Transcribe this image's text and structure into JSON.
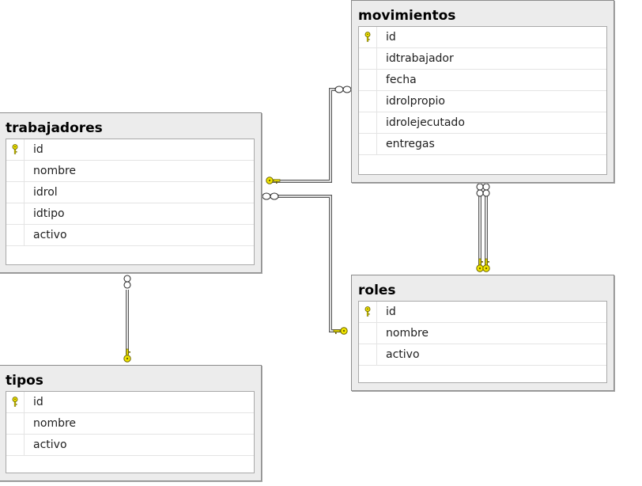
{
  "diagram": {
    "tables": [
      {
        "id": "movimientos",
        "title": "movimientos",
        "columns": [
          {
            "name": "id",
            "primary_key": true
          },
          {
            "name": "idtrabajador",
            "primary_key": false
          },
          {
            "name": "fecha",
            "primary_key": false
          },
          {
            "name": "idrolpropio",
            "primary_key": false
          },
          {
            "name": "idrolejecutado",
            "primary_key": false
          },
          {
            "name": "entregas",
            "primary_key": false
          }
        ]
      },
      {
        "id": "trabajadores",
        "title": "trabajadores",
        "columns": [
          {
            "name": "id",
            "primary_key": true
          },
          {
            "name": "nombre",
            "primary_key": false
          },
          {
            "name": "idrol",
            "primary_key": false
          },
          {
            "name": "idtipo",
            "primary_key": false
          },
          {
            "name": "activo",
            "primary_key": false
          }
        ]
      },
      {
        "id": "roles",
        "title": "roles",
        "columns": [
          {
            "name": "id",
            "primary_key": true
          },
          {
            "name": "nombre",
            "primary_key": false
          },
          {
            "name": "activo",
            "primary_key": false
          }
        ]
      },
      {
        "id": "tipos",
        "title": "tipos",
        "columns": [
          {
            "name": "id",
            "primary_key": true
          },
          {
            "name": "nombre",
            "primary_key": false
          },
          {
            "name": "activo",
            "primary_key": false
          }
        ]
      }
    ],
    "relationships": [
      {
        "id": "movimientos-trabajadores",
        "from": "trabajadores",
        "to": "movimientos",
        "one_end": "key-icon",
        "many_end": "infinity-icon"
      },
      {
        "id": "trabajadores-roles",
        "from": "roles",
        "to": "trabajadores",
        "one_end": "key-icon",
        "many_end": "infinity-icon"
      },
      {
        "id": "movimientos-roles-a",
        "from": "roles",
        "to": "movimientos",
        "one_end": "key-icon",
        "many_end": "infinity-icon"
      },
      {
        "id": "movimientos-roles-b",
        "from": "roles",
        "to": "movimientos",
        "one_end": "key-icon",
        "many_end": "infinity-icon"
      },
      {
        "id": "trabajadores-tipos",
        "from": "tipos",
        "to": "trabajadores",
        "one_end": "key-icon",
        "many_end": "infinity-icon"
      }
    ],
    "colors": {
      "key_fill": "#f2e600",
      "key_stroke": "#6b6400",
      "connector": "#5a5a5a",
      "header_bg": "#ececec"
    }
  }
}
